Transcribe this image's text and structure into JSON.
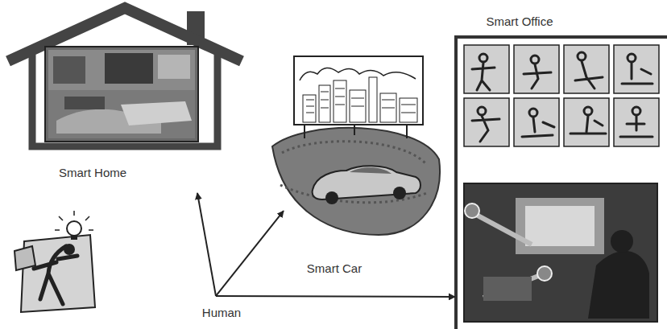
{
  "diagram": {
    "nodes": [
      {
        "text": [
          "Smart Home"
        ]
      },
      {
        "text": [
          "Smart Car"
        ]
      },
      {
        "text": [
          "Smart Office"
        ]
      },
      {
        "text": [
          "Human"
        ]
      }
    ],
    "edges": [
      {
        "from": 3,
        "to": 0,
        "arrow": "to"
      },
      {
        "from": 3,
        "to": 1,
        "arrow": "to"
      },
      {
        "from": 3,
        "to": 2,
        "arrow": "to"
      }
    ]
  }
}
